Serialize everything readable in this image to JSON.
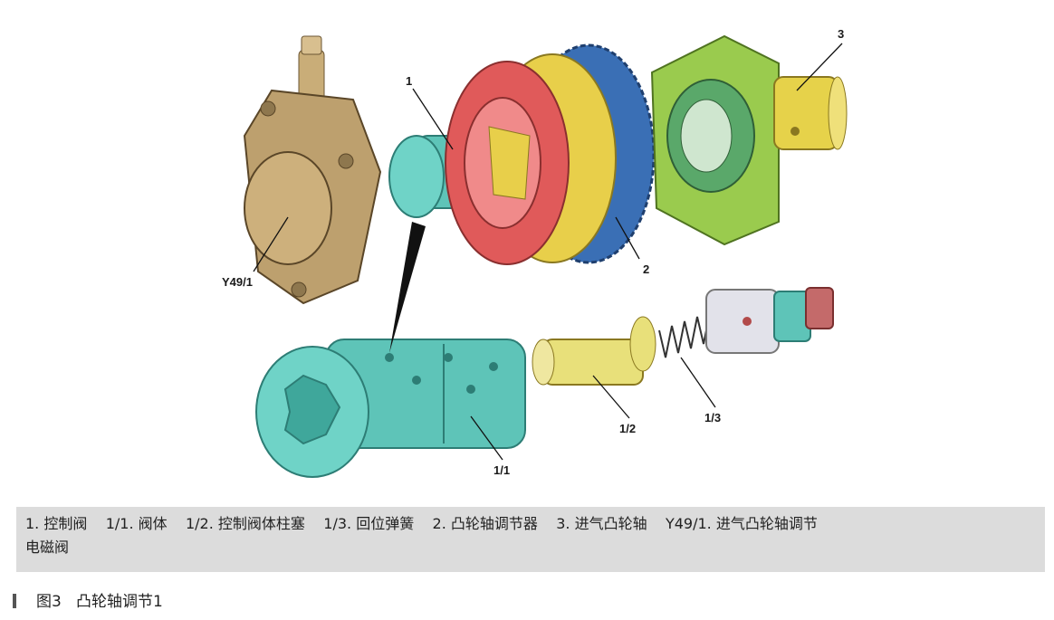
{
  "callouts": {
    "c1": "1",
    "c2": "2",
    "c3": "3",
    "c11": "1/1",
    "c12": "1/2",
    "c13": "1/3",
    "cy": "Y49/1"
  },
  "legend": {
    "items": [
      "1. 控制阀",
      "1/1. 阀体",
      "1/2. 控制阀体柱塞",
      "1/3. 回位弹簧",
      "2. 凸轮轴调节器",
      "3. 进气凸轮轴",
      "Y49/1. 进气凸轮轴调节",
      "电磁阀"
    ]
  },
  "caption": {
    "number": "图3",
    "title": "凸轮轴调节1"
  },
  "colors": {
    "solenoid": "#b59a6a",
    "valve_body": "#5ec4b8",
    "adjuster_red": "#e05a5a",
    "adjuster_blue": "#3a6fb5",
    "cover_green": "#9acb4e",
    "camshaft_yellow": "#e6d24a",
    "plunger_yellow": "#e8e07a",
    "spring": "#333333",
    "legend_bg": "#dcdcdc"
  }
}
